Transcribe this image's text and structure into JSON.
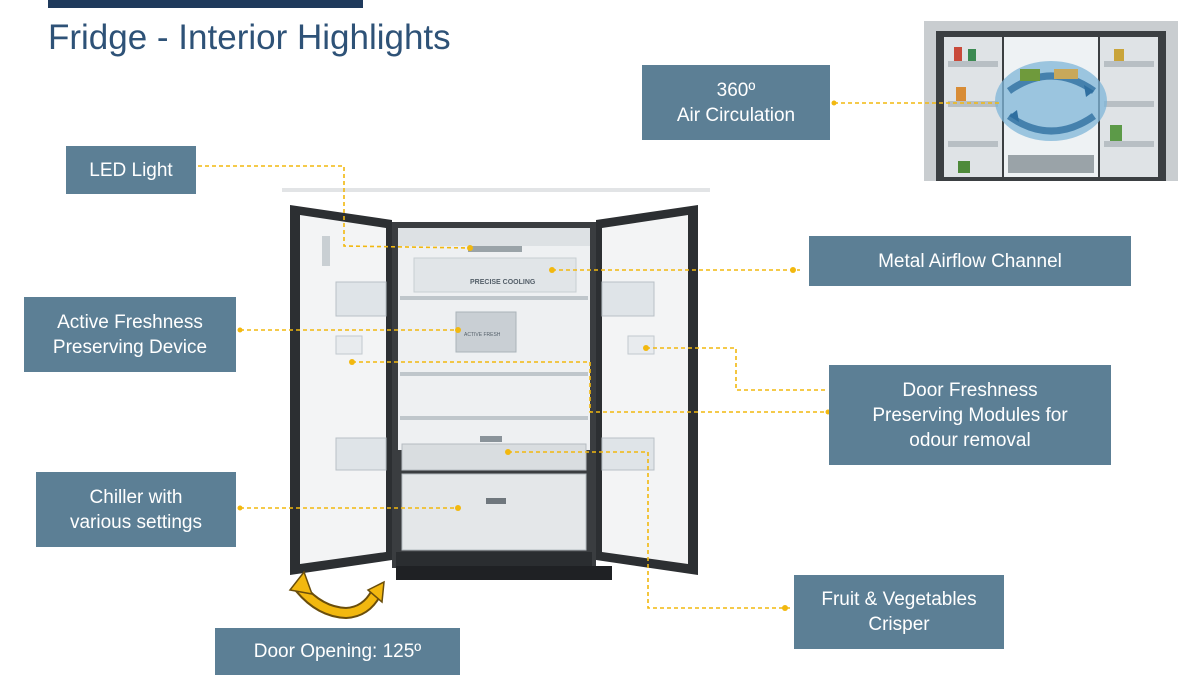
{
  "slide": {
    "title": "Fridge - Interior Highlights"
  },
  "callouts": {
    "air_circulation": "360º\nAir Circulation",
    "led_light": "LED Light",
    "metal_airflow": "Metal Airflow Channel",
    "active_freshness": "Active Freshness\nPreserving Device",
    "door_freshness": "Door Freshness\nPreserving Modules for\nodour removal",
    "chiller": "Chiller with\nvarious settings",
    "crisper": "Fruit & Vegetables\nCrisper",
    "door_opening": "Door Opening: 125º"
  },
  "fridge_labels": {
    "brand_panel": "PRECISE COOLING",
    "active_fresh_panel": "ACTIVE FRESH"
  },
  "colors": {
    "title": "#2e5277",
    "callout_bg": "#5c7f95",
    "callout_text": "#ffffff",
    "leader_line": "#f2b80f",
    "arrow": "#f2b80f",
    "header_bar": "#1f3a5c"
  }
}
